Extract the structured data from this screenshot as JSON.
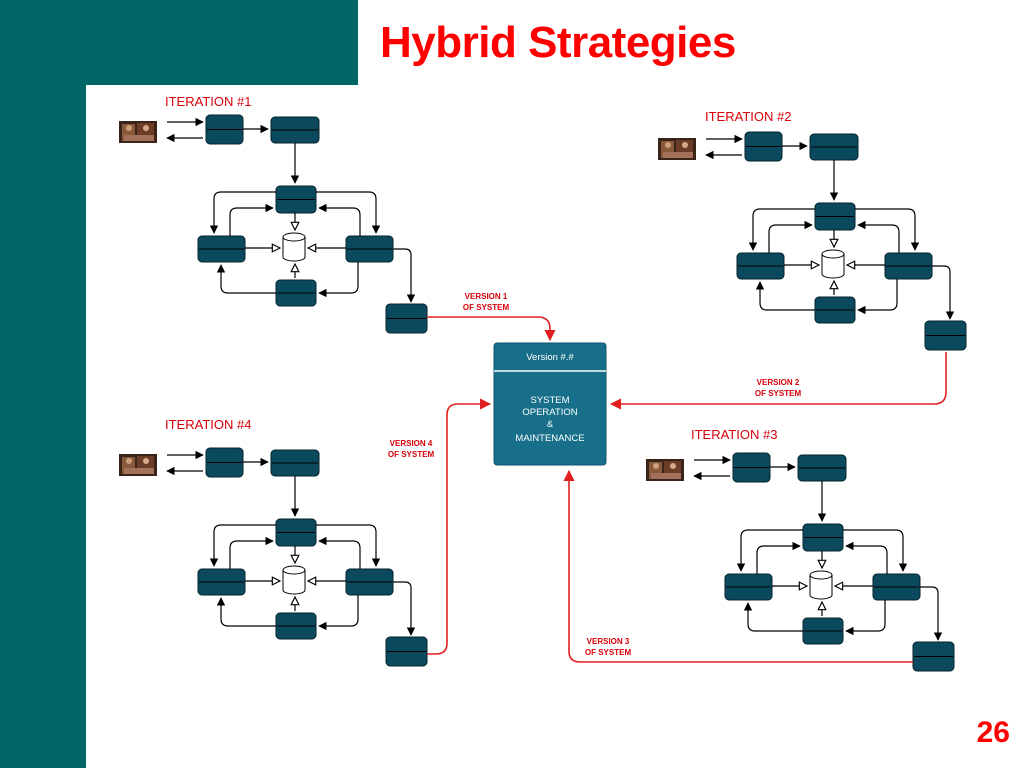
{
  "slide": {
    "title": "Hybrid Strategies",
    "page_number": "26"
  },
  "colors": {
    "teal_background": "#006666",
    "node_fill": "#0b4a5e",
    "center_fill": "#176f8a",
    "accent_red": "#e02020",
    "title_red": "#ff0000"
  },
  "diagram": {
    "central_box": {
      "header": "Version #.#",
      "body_lines": [
        "SYSTEM",
        "OPERATION",
        "&",
        "MAINTENANCE"
      ]
    },
    "iterations": [
      {
        "label": "ITERATION #1"
      },
      {
        "label": "ITERATION #2"
      },
      {
        "label": "ITERATION #3"
      },
      {
        "label": "ITERATION #4"
      }
    ],
    "versions": [
      {
        "lines": [
          "VERSION 1",
          "OF SYSTEM"
        ]
      },
      {
        "lines": [
          "VERSION 2",
          "OF SYSTEM"
        ]
      },
      {
        "lines": [
          "VERSION 3",
          "OF SYSTEM"
        ]
      },
      {
        "lines": [
          "VERSION 4",
          "OF SYSTEM"
        ]
      }
    ],
    "icons": {
      "user": "user-photo-icon",
      "database": "database-cylinder-icon"
    }
  }
}
